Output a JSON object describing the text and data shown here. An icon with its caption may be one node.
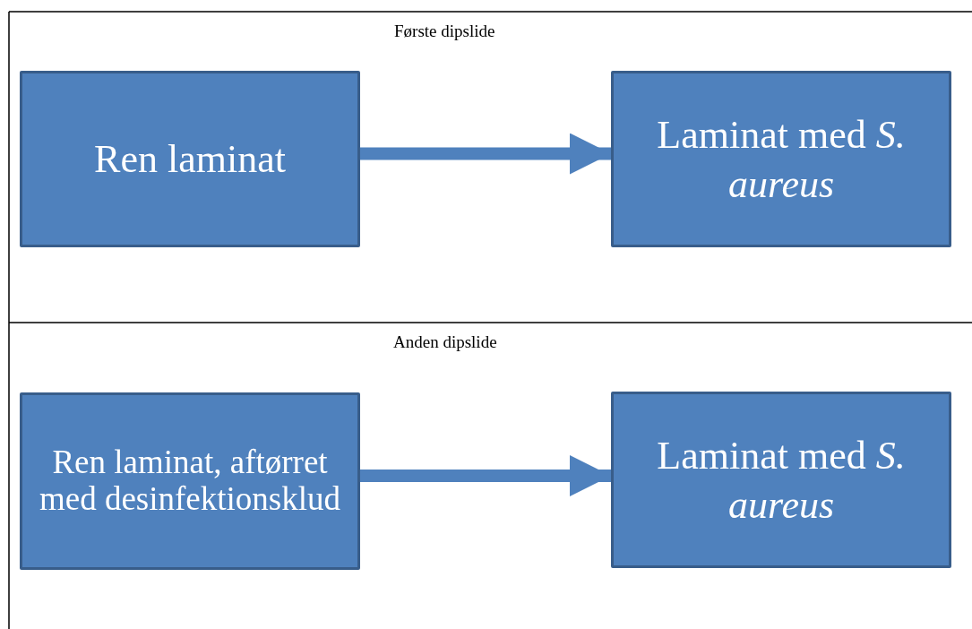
{
  "diagram": {
    "nodes": [
      {
        "text": [
          "Ren laminat"
        ]
      },
      {
        "text": [
          "Laminat med *S. aureus*"
        ]
      },
      {
        "text": [
          "Ren laminat, aftørret med desinfektionsklud"
        ]
      },
      {
        "text": [
          "Laminat med *S. aureus*"
        ]
      }
    ],
    "edges": [
      {
        "from": 0,
        "to": 1,
        "arrow": "to"
      },
      {
        "from": 2,
        "to": 3,
        "arrow": "to"
      }
    ],
    "labels": [
      "Første dipslide",
      "Anden dipslide"
    ]
  }
}
